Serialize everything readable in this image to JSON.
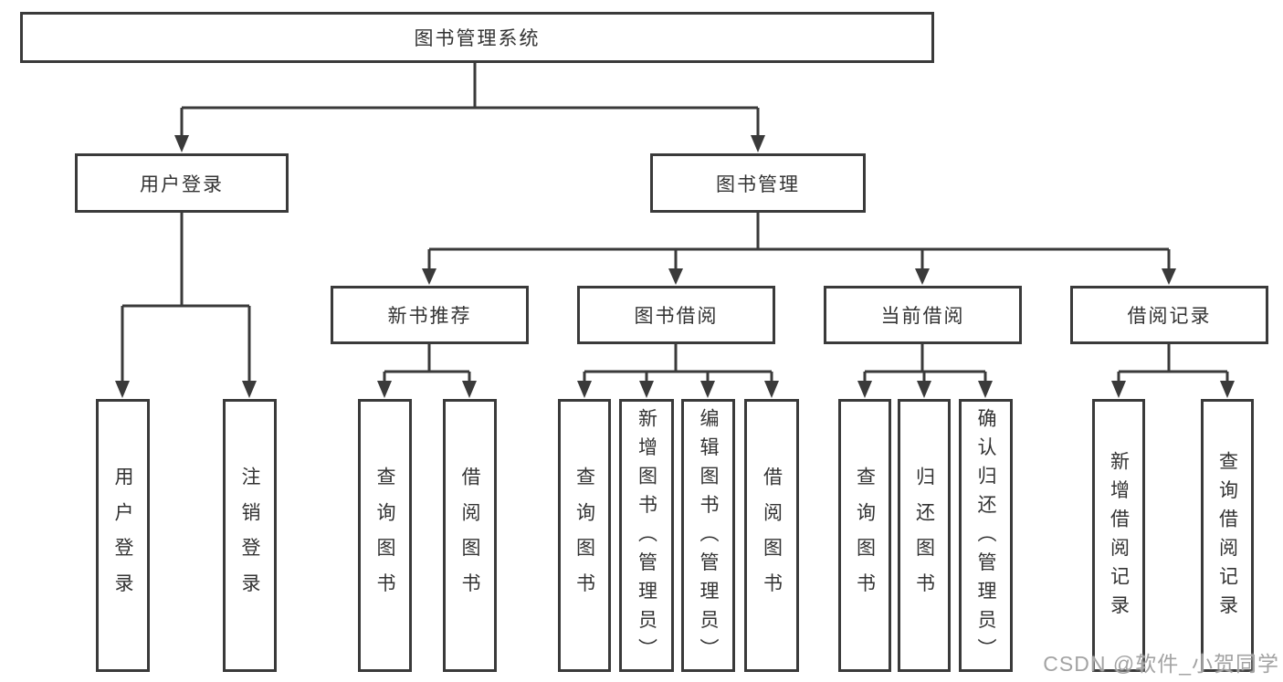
{
  "diagram": {
    "root": "图书管理系统",
    "branches": [
      {
        "label": "用户登录",
        "children": [
          "用户登录",
          "注销登录"
        ]
      },
      {
        "label": "图书管理",
        "sections": [
          {
            "label": "新书推荐",
            "children": [
              "查询图书",
              "借阅图书"
            ]
          },
          {
            "label": "图书借阅",
            "children": [
              "查询图书",
              "新增图书（管理员）",
              "编辑图书（管理员）",
              "借阅图书"
            ]
          },
          {
            "label": "当前借阅",
            "children": [
              "查询图书",
              "归还图书",
              "确认归还（管理员）"
            ]
          },
          {
            "label": "借阅记录",
            "children": [
              "新增借阅记录",
              "查询借阅记录"
            ]
          }
        ]
      }
    ]
  },
  "watermark": {
    "text": "CSDN @软件_小贺同学"
  },
  "colors": {
    "line": "#3a3a3a",
    "text": "#333333",
    "watermark": "#a3a3a3",
    "background": "#ffffff"
  }
}
